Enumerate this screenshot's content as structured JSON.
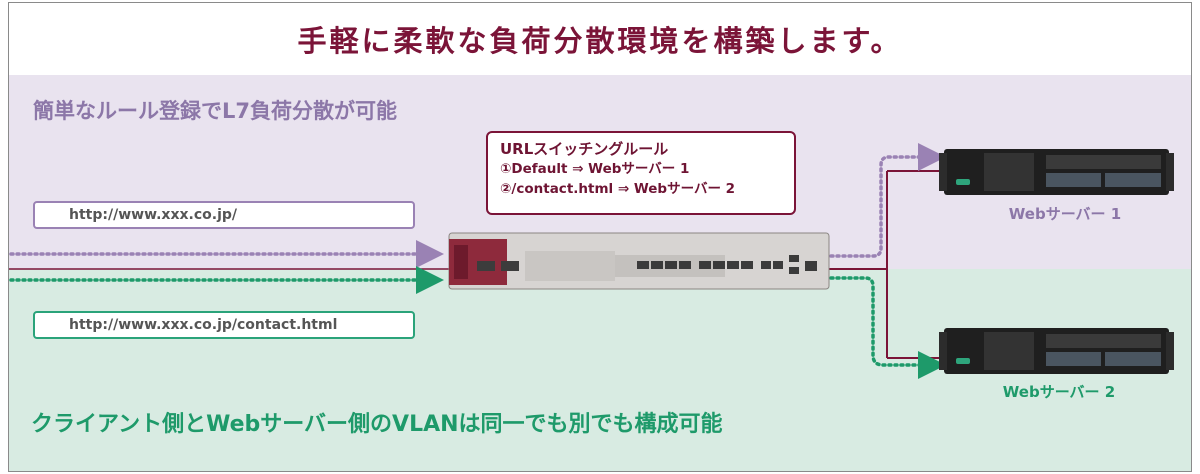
{
  "title": "手軽に柔軟な負荷分散環境を構築します。",
  "top_band": {
    "label": "簡単なルール登録でL7負荷分散が可能"
  },
  "bottom_band": {
    "label": "クライアント側とWebサーバー側のVLANは同一でも別でも構成可能"
  },
  "url_boxes": [
    "http://www.xxx.co.jp/",
    "http://www.xxx.co.jp/contact.html"
  ],
  "rule_box": {
    "title": "URLスイッチングルール",
    "rules": [
      "①Default ⇒ Webサーバー 1",
      "②/contact.html ⇒ Webサーバー 2"
    ]
  },
  "servers": [
    "Webサーバー 1",
    "Webサーバー 2"
  ],
  "colors": {
    "title": "#7b1438",
    "purple_flow": "#9a82b4",
    "green_flow": "#1e9a6a",
    "top_band": "#e9e3ef",
    "bottom_band": "#d8ebe2"
  }
}
